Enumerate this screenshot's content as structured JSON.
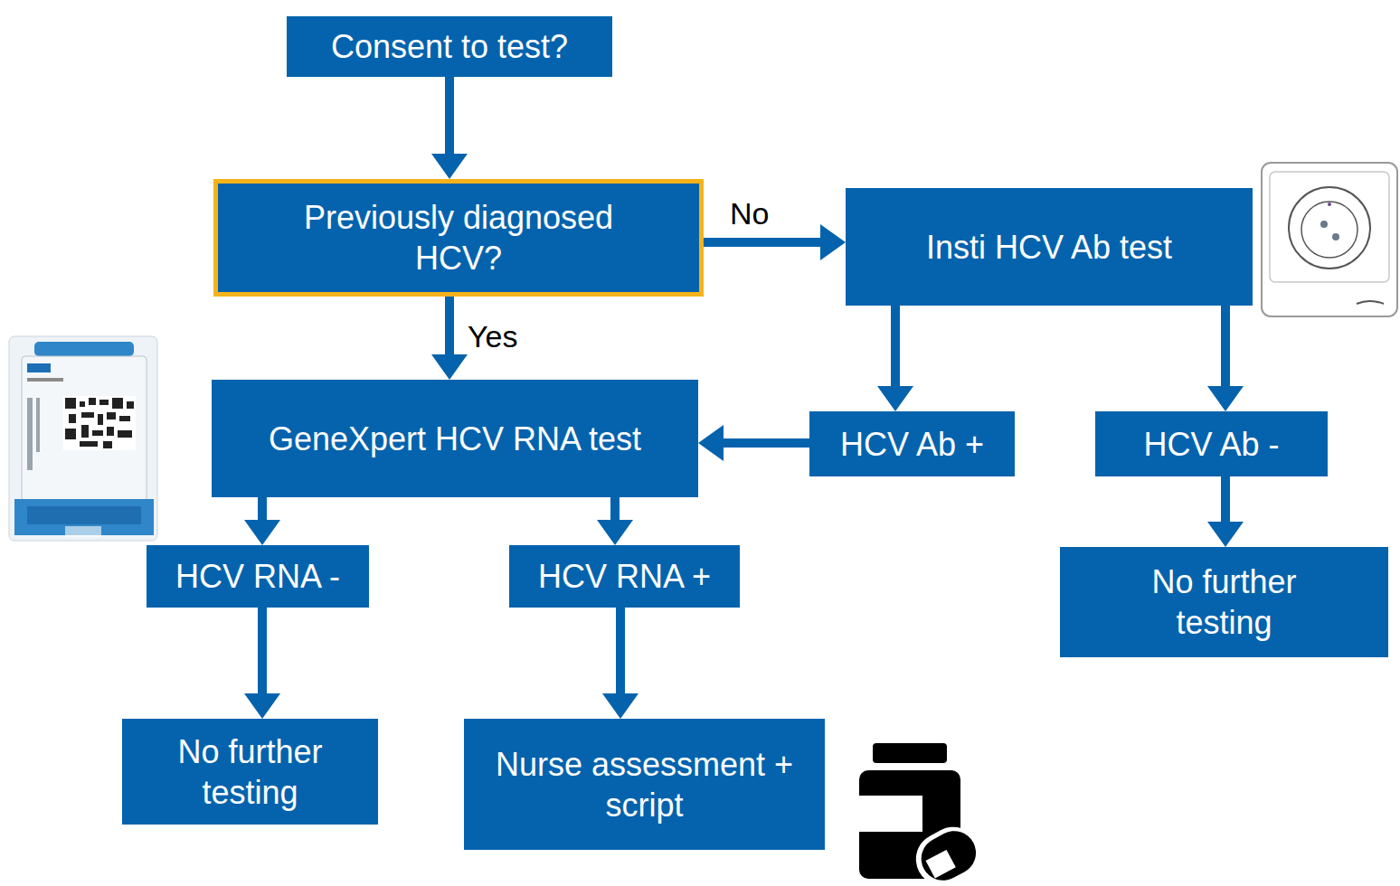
{
  "diagram": {
    "nodes": [
      {
        "text": [
          "Consent to test?"
        ]
      },
      {
        "text": [
          "Previously diagnosed HCV?"
        ]
      },
      {
        "text": [
          "Insti HCV Ab test"
        ]
      },
      {
        "text": [
          "GeneXpert HCV RNA test"
        ]
      },
      {
        "text": [
          "HCV Ab +"
        ]
      },
      {
        "text": [
          "HCV Ab -"
        ]
      },
      {
        "text": [
          "HCV RNA -"
        ]
      },
      {
        "text": [
          "HCV RNA +"
        ]
      },
      {
        "text": [
          "No further testing"
        ]
      },
      {
        "text": [
          "No further testing"
        ]
      },
      {
        "text": [
          "Nurse assessment + script"
        ]
      }
    ],
    "edges": [
      {
        "from": 0,
        "to": 1,
        "arrow": "to"
      },
      {
        "from": 1,
        "to": 2,
        "label": "No",
        "arrow": "to"
      },
      {
        "from": 1,
        "to": 3,
        "label": "Yes",
        "arrow": "to"
      },
      {
        "from": 2,
        "to": 4,
        "arrow": "to"
      },
      {
        "from": 2,
        "to": 5,
        "arrow": "to"
      },
      {
        "from": 4,
        "to": 3,
        "arrow": "to"
      },
      {
        "from": 5,
        "to": 8,
        "arrow": "to"
      },
      {
        "from": 3,
        "to": 6,
        "arrow": "to"
      },
      {
        "from": 3,
        "to": 7,
        "arrow": "to"
      },
      {
        "from": 6,
        "to": 9,
        "arrow": "to"
      },
      {
        "from": 7,
        "to": 10,
        "arrow": "to"
      }
    ]
  }
}
